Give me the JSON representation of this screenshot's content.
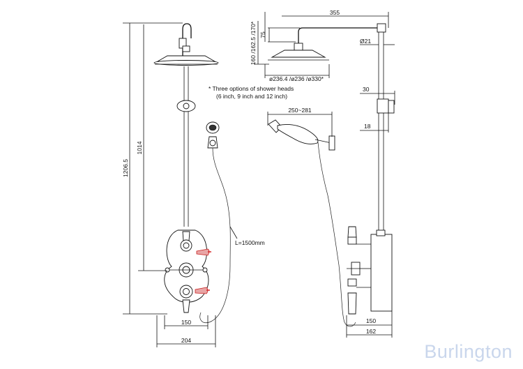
{
  "dimensions": {
    "overall_height": "1206.5",
    "riser_height": "1014",
    "arm_length": "355",
    "arm_drop": "75",
    "head_drop_options": "160 /162.5 /170*",
    "head_diameters": "ø236.4 /ø236 /ø330*",
    "riser_diameter": "Ø21",
    "bracket_offset": "30",
    "wall_offset": "18",
    "handset_reach": "250~281",
    "hose_length": "L=1500mm",
    "front_centres": "150",
    "front_width": "204",
    "side_centres": "150",
    "side_depth": "162"
  },
  "note": {
    "line1": "* Three options of shower heads",
    "line2": "(6 inch, 9 inch and 12 inch)"
  },
  "brand": {
    "name": "Burlington",
    "color": "#c9d6ec"
  },
  "colors": {
    "lines": "#111111",
    "handle_highlight": "#d42020"
  }
}
